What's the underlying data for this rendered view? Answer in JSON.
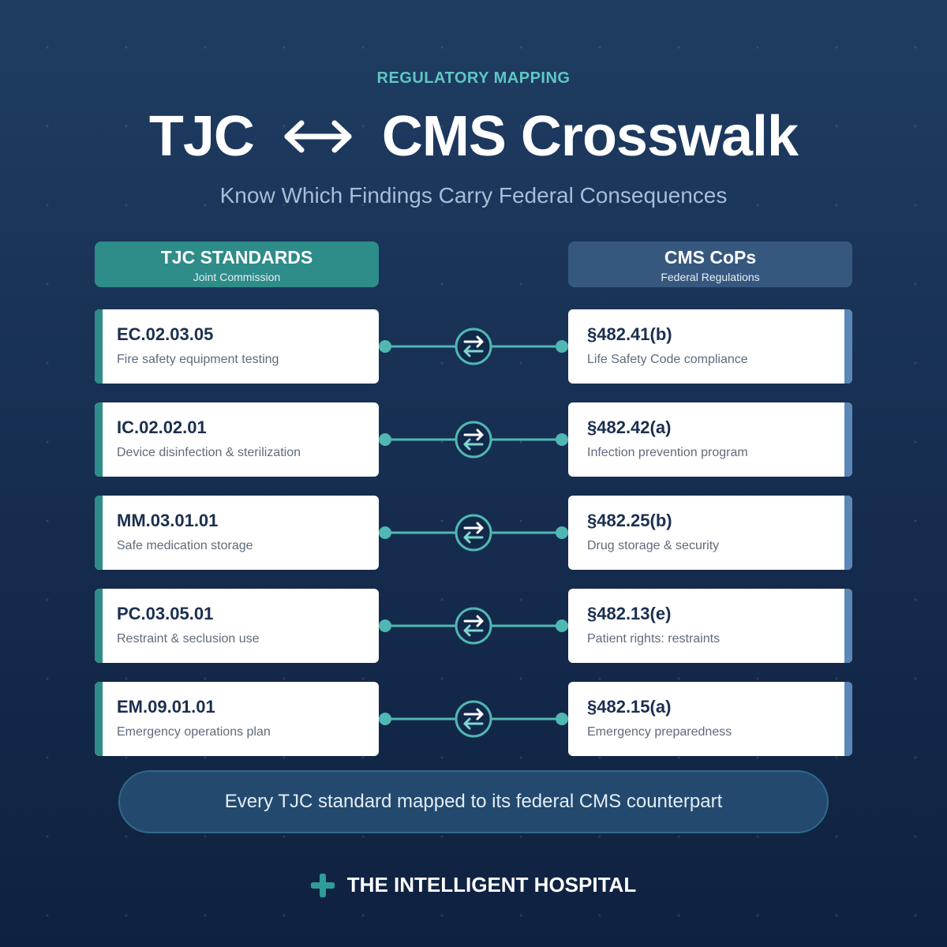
{
  "header": {
    "eyebrow": "REGULATORY MAPPING",
    "title_left": "TJC",
    "title_arrow_icon": "left-right-arrow-icon",
    "title_right": "CMS Crosswalk",
    "subtitle": "Know Which Findings Carry Federal Consequences"
  },
  "columns": {
    "left": {
      "title": "TJC STANDARDS",
      "subtitle": "Joint Commission"
    },
    "right": {
      "title": "CMS CoPs",
      "subtitle": "Federal Regulations"
    }
  },
  "mappings": [
    {
      "tjc_code": "EC.02.03.05",
      "tjc_desc": "Fire safety equipment testing",
      "cms_code": "§482.41(b)",
      "cms_desc": "Life Safety Code compliance"
    },
    {
      "tjc_code": "IC.02.02.01",
      "tjc_desc": "Device disinfection & sterilization",
      "cms_code": "§482.42(a)",
      "cms_desc": "Infection prevention program"
    },
    {
      "tjc_code": "MM.03.01.01",
      "tjc_desc": "Safe medication storage",
      "cms_code": "§482.25(b)",
      "cms_desc": "Drug storage & security"
    },
    {
      "tjc_code": "PC.03.05.01",
      "tjc_desc": "Restraint & seclusion use",
      "cms_code": "§482.13(e)",
      "cms_desc": "Patient rights: restraints"
    },
    {
      "tjc_code": "EM.09.01.01",
      "tjc_desc": "Emergency operations plan",
      "cms_code": "§482.15(a)",
      "cms_desc": "Emergency preparedness"
    }
  ],
  "connector_icon": "exchange-arrows-icon",
  "footer": {
    "statement": "Every TJC standard mapped to its federal CMS counterpart",
    "brand_icon": "plus-icon",
    "brand_name": "THE INTELLIGENT HOSPITAL"
  },
  "colors": {
    "teal_accent": "#2e8c89",
    "cms_accent": "#5b86b8",
    "eyebrow": "#5ec8c3",
    "background_top": "#1f3d63",
    "background_bottom": "#0f2140"
  }
}
